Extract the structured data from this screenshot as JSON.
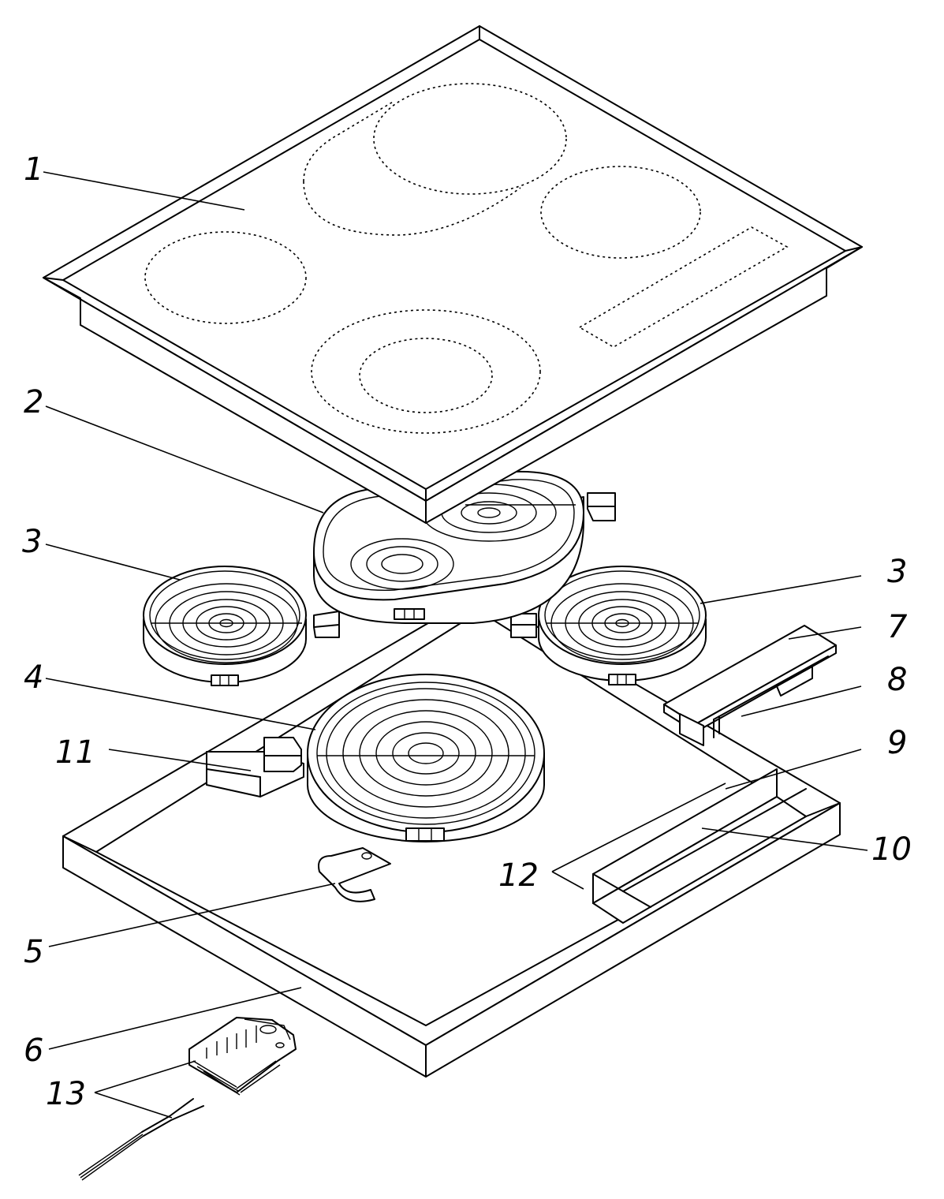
{
  "labels": [
    {
      "id": "1",
      "text": "1"
    },
    {
      "id": "2",
      "text": "2"
    },
    {
      "id": "3a",
      "text": "3"
    },
    {
      "id": "3b",
      "text": "3"
    },
    {
      "id": "4",
      "text": "4"
    },
    {
      "id": "5",
      "text": "5"
    },
    {
      "id": "6",
      "text": "6"
    },
    {
      "id": "7",
      "text": "7"
    },
    {
      "id": "8",
      "text": "8"
    },
    {
      "id": "9",
      "text": "9"
    },
    {
      "id": "10",
      "text": "10"
    },
    {
      "id": "11",
      "text": "11"
    },
    {
      "id": "12",
      "text": "12"
    },
    {
      "id": "13",
      "text": "13"
    }
  ]
}
